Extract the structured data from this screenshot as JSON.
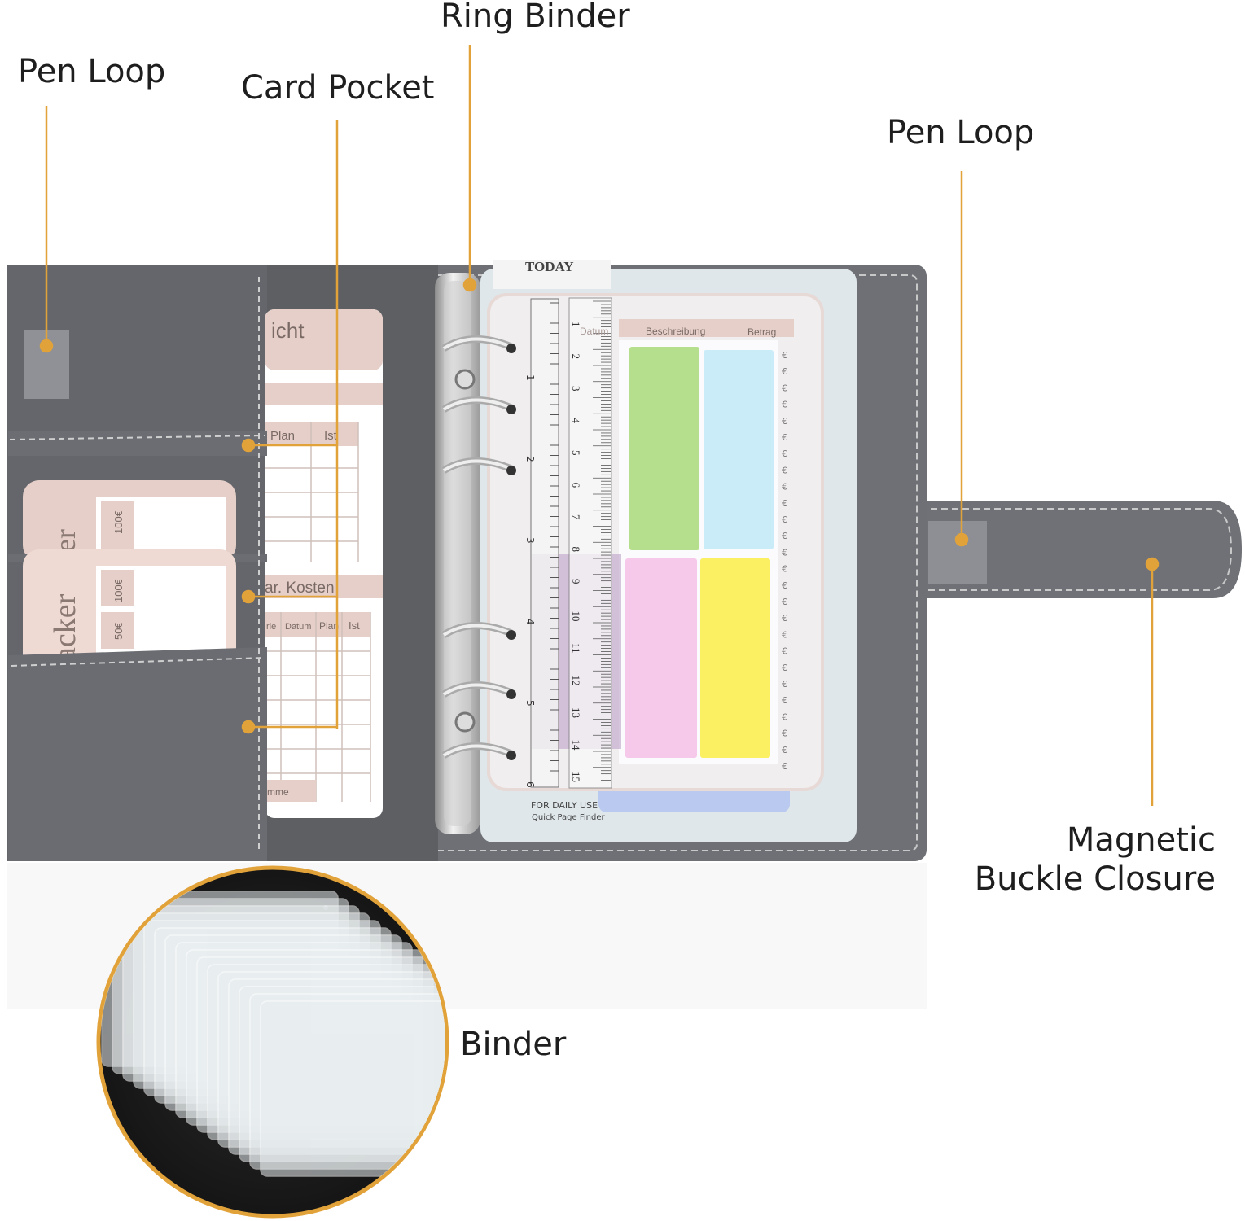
{
  "callouts": {
    "pen_loop_left": "Pen Loop",
    "card_pocket": "Card Pocket",
    "ring_binder": "Ring Binder",
    "pen_loop_right": "Pen Loop",
    "magnetic_line1": "Magnetic",
    "magnetic_line2": "Buckle Closure",
    "binder": "Binder"
  },
  "product_text": {
    "today_tab": "TODAY",
    "overview_heading": "icht",
    "plan": "Plan",
    "ist": "Ist",
    "var_costs": "ar. Kosten",
    "col_category": "rie",
    "col_date": "Datum",
    "col_plan": "Plan",
    "col_actual": "Ist",
    "sum": "mme",
    "tracker_card": "acker",
    "tracker_card_top": "er",
    "amount_100": "100€",
    "amount_50": "50€",
    "amount_partial": "€",
    "desc_header": "Beschreibung",
    "amount_header": "Betrag",
    "date_header": "Datum",
    "euro": "€",
    "for_daily_use": "FOR DAILY USE",
    "quick_page_finder": "Quick Page Finder",
    "ruler_inch": [
      "1",
      "2",
      "3",
      "4",
      "5",
      "6"
    ],
    "ruler_cm": [
      "1",
      "2",
      "3",
      "4",
      "5",
      "6",
      "7",
      "8",
      "9",
      "10",
      "11",
      "12",
      "13",
      "14",
      "15"
    ]
  },
  "colors": {
    "accent": "#e2a23a",
    "cover": "#6e7075",
    "cover_inner": "#65676c",
    "card_pink": "#e6cfc8",
    "green": "#b5df8c",
    "blue": "#c9ecf8",
    "pink": "#f6c9ea",
    "yellow": "#fbef62"
  }
}
